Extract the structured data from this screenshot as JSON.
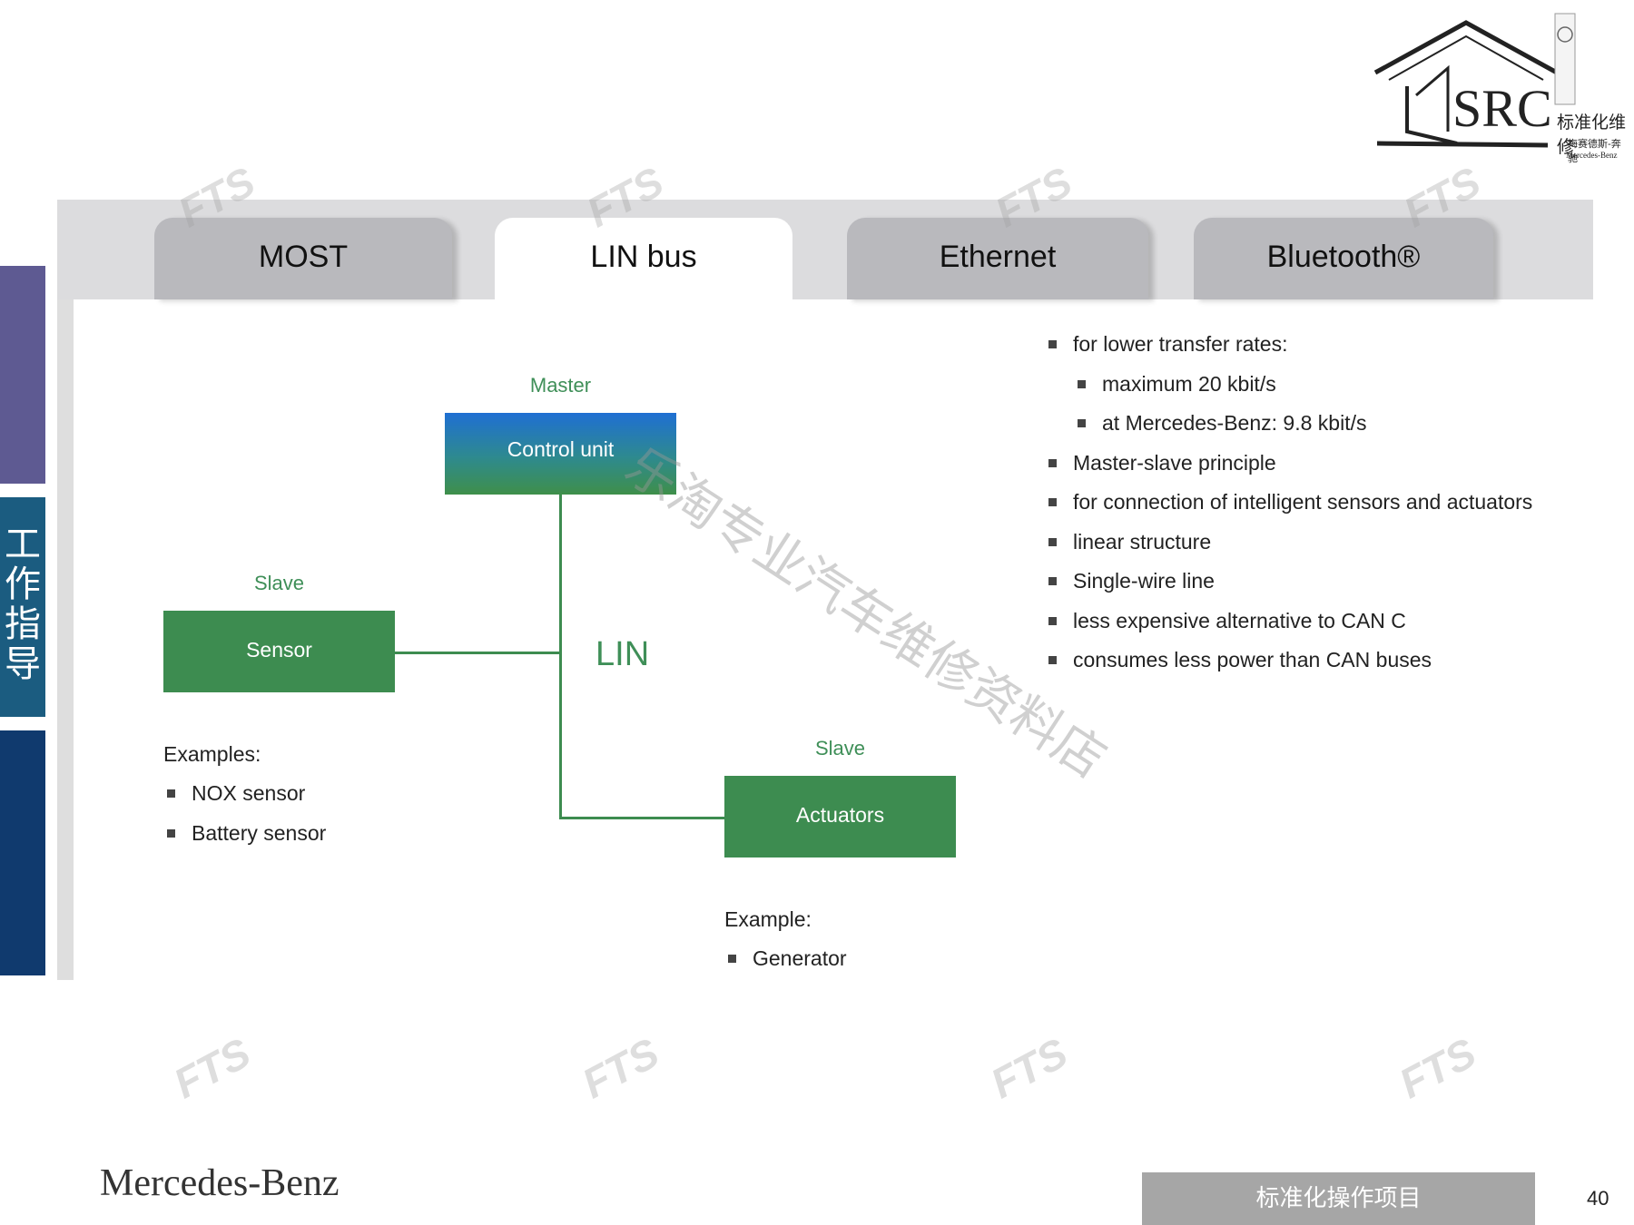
{
  "sidebar": {
    "label": "工作指导"
  },
  "logo": {
    "mark": "SRC",
    "cn": "标准化维修",
    "sub_cn": "梅赛德斯-奔驰",
    "sub_en": "Mercedes-Benz"
  },
  "tabs": [
    {
      "label": "MOST",
      "active": false
    },
    {
      "label": "LIN bus",
      "active": true
    },
    {
      "label": "Ethernet",
      "active": false
    },
    {
      "label": "Bluetooth®",
      "active": false
    }
  ],
  "diagram": {
    "master_role": "Master",
    "master_box": "Control unit",
    "slave1_role": "Slave",
    "slave1_box": "Sensor",
    "slave2_role": "Slave",
    "slave2_box": "Actuators",
    "bus_label": "LIN",
    "slave1_examples_title": "Examples:",
    "slave1_examples": [
      "NOX sensor",
      "Battery sensor"
    ],
    "slave2_example_title": "Example:",
    "slave2_examples": [
      "Generator"
    ]
  },
  "features": [
    {
      "text": "for lower transfer rates:",
      "level": 1
    },
    {
      "text": "maximum 20 kbit/s",
      "level": 2
    },
    {
      "text": "at Mercedes-Benz: 9.8 kbit/s",
      "level": 2
    },
    {
      "text": "Master-slave principle",
      "level": 1
    },
    {
      "text": "for connection of intelligent sensors and actuators",
      "level": 1
    },
    {
      "text": "linear structure",
      "level": 1
    },
    {
      "text": "Single-wire line",
      "level": 1
    },
    {
      "text": "less expensive alternative to CAN C",
      "level": 1
    },
    {
      "text": "consumes less power than CAN buses",
      "level": 1
    }
  ],
  "watermark": {
    "tile": "FTS",
    "diagonal": "乐淘专业汽车维修资料店"
  },
  "footer": {
    "brand": "Mercedes-Benz",
    "section": "标准化操作项目",
    "page": "40"
  }
}
